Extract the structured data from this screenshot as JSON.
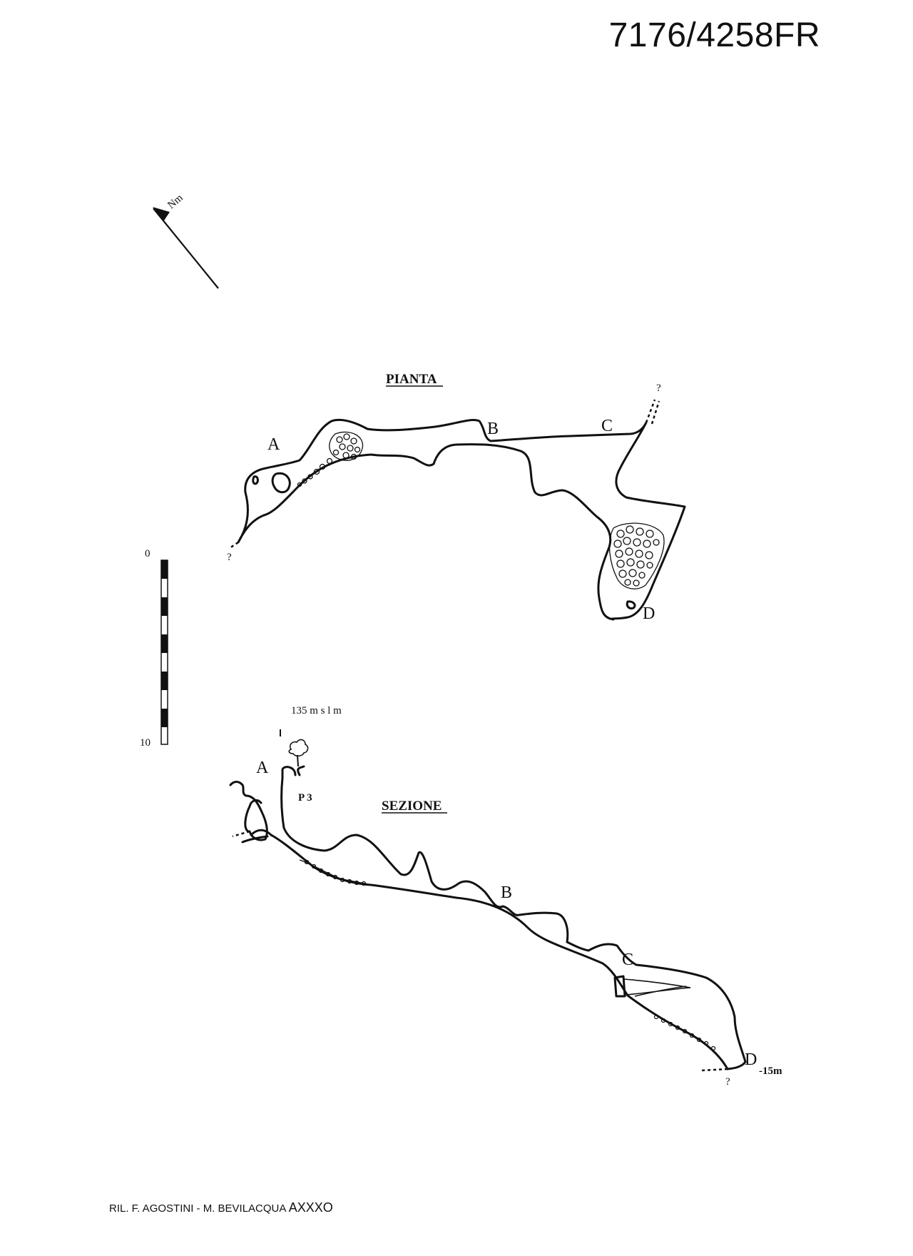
{
  "header": {
    "cave_id": "7176/4258FR"
  },
  "north": {
    "label": "Nm"
  },
  "plan": {
    "title": "PIANTA",
    "stations": [
      "A",
      "B",
      "C",
      "D"
    ],
    "unknown_mark": "?"
  },
  "scale_bar": {
    "top_label": "0",
    "bottom_label": "10"
  },
  "section": {
    "title": "SEZIONE",
    "altitude": "135 m s l m",
    "pit": "P 3",
    "depth": "-15m",
    "stations": [
      "A",
      "B",
      "C",
      "D"
    ],
    "unknown_mark": "?"
  },
  "footer": {
    "surveyors": "RIL. F. AGOSTINI - M. BEVILACQUA",
    "code": "AXXXO"
  }
}
